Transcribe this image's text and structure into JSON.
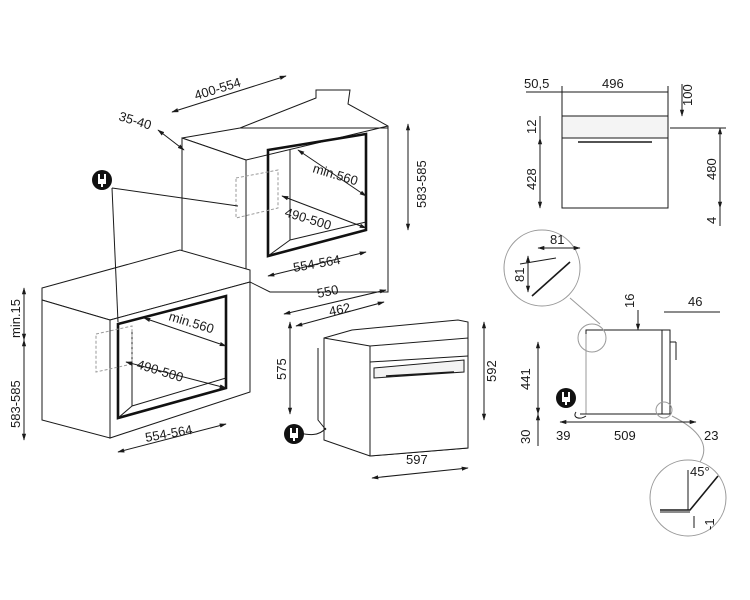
{
  "dimensions": {
    "cabinet_depth": "400-554",
    "cabinet_gap": "35-40",
    "min_560_top": "min.560",
    "height_583_585_top": "583-585",
    "depth_490_500_top": "490-500",
    "width_554_564_top": "554-564",
    "min_15": "min.15",
    "min_560_bottom": "min.560",
    "height_583_585_bottom": "583-585",
    "depth_490_500_bottom": "490-500",
    "width_554_564_bottom": "554-564",
    "oven_550": "550",
    "oven_462": "462",
    "oven_575": "575",
    "oven_592": "592",
    "oven_597": "597",
    "front_50_5": "50,5",
    "front_496": "496",
    "front_100": "100",
    "front_12": "12",
    "front_428": "428",
    "front_480": "480",
    "front_4": "4",
    "detail_81_h": "81",
    "detail_81_v": "81",
    "side_16": "16",
    "side_46": "46",
    "side_441": "441",
    "side_30": "30",
    "side_39": "39",
    "side_509": "509",
    "side_23": "23",
    "detail_45": "45°",
    "detail_minus1": "-1"
  },
  "icons": [
    "plug-icon",
    "plug-icon",
    "plug-icon"
  ]
}
